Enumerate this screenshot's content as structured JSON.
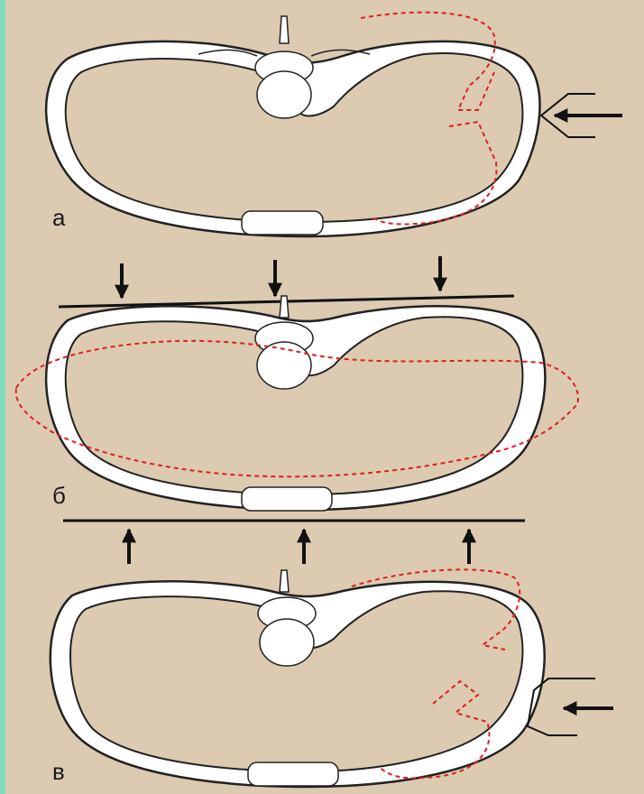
{
  "figure": {
    "panels": [
      {
        "label": "а"
      },
      {
        "label": "б"
      },
      {
        "label": "в"
      }
    ],
    "colors": {
      "background": "#dccab1",
      "frame_border": "#7fdcc0",
      "bone_fill": "#ffffff",
      "bone_outline": "#222222",
      "displaced_contour": "#e02020",
      "arrow": "#111111"
    },
    "icons": [
      "force-arrow-icon"
    ]
  }
}
